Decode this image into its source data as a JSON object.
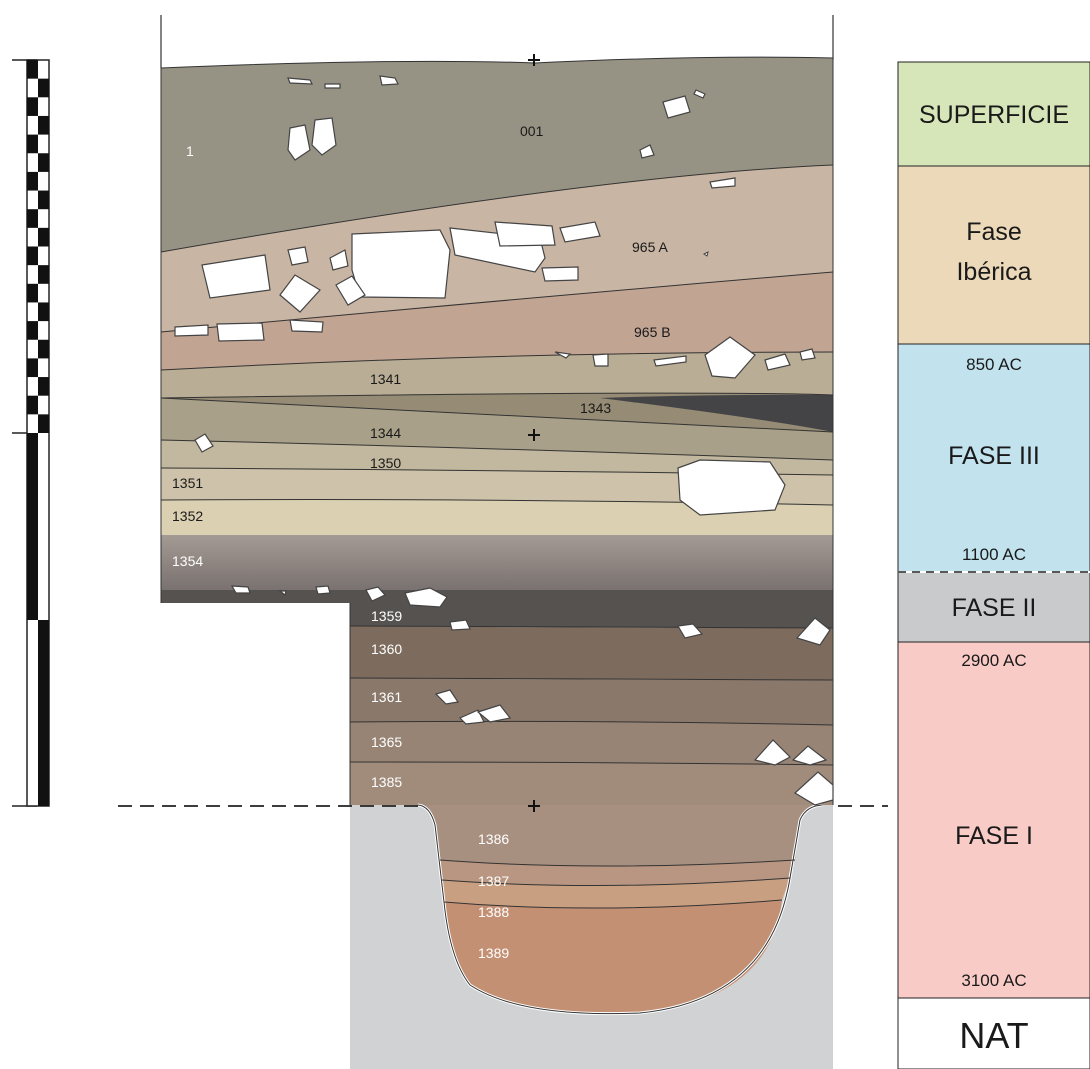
{
  "section": {
    "layers": [
      {
        "id": "001",
        "color": "#979384",
        "label_color": "dark"
      },
      {
        "id": "1",
        "color": "#979384",
        "label_color": "light"
      },
      {
        "id": "965 A",
        "color": "#c9b5a3",
        "label_color": "dark"
      },
      {
        "id": "965 B",
        "color": "#c2a493",
        "label_color": "dark"
      },
      {
        "id": "1341",
        "color": "#b9ad95",
        "label_color": "dark"
      },
      {
        "id": "1343",
        "color": "#968c75",
        "label_color": "dark"
      },
      {
        "id": "1344",
        "color": "#a8a088",
        "label_color": "dark"
      },
      {
        "id": "1350",
        "color": "#c2b79f",
        "label_color": "dark"
      },
      {
        "id": "1351",
        "color": "#cec3aa",
        "label_color": "dark"
      },
      {
        "id": "1352",
        "color": "#dcd0b2",
        "label_color": "dark"
      },
      {
        "id": "1354",
        "color": "#8f8582",
        "label_color": "light"
      },
      {
        "id": "1359",
        "color": "#555250",
        "label_color": "light"
      },
      {
        "id": "1360",
        "color": "#7d6b5e",
        "label_color": "light"
      },
      {
        "id": "1361",
        "color": "#8a786b",
        "label_color": "light"
      },
      {
        "id": "1365",
        "color": "#978475",
        "label_color": "light"
      },
      {
        "id": "1385",
        "color": "#a18c7c",
        "label_color": "light"
      },
      {
        "id": "1386",
        "color": "#a89081",
        "label_color": "light"
      },
      {
        "id": "1387",
        "color": "#b89682",
        "label_color": "light"
      },
      {
        "id": "1388",
        "color": "#c99f82",
        "label_color": "light"
      },
      {
        "id": "1389",
        "color": "#c49074",
        "label_color": "light"
      }
    ],
    "natural_color": "#d1d2d4"
  },
  "phases": [
    {
      "name": "SUPERFICIE",
      "color": "#d6e6b8"
    },
    {
      "name_lines": [
        "Fase",
        "Ibérica"
      ],
      "color": "#ecd9b9"
    },
    {
      "name": "FASE III",
      "color": "#c2e3ee",
      "date_top": "850 AC",
      "date_bottom": "1100 AC"
    },
    {
      "name": "FASE II",
      "color": "#c8cacc"
    },
    {
      "name": "FASE I",
      "color": "#f8cbc6",
      "date_top": "2900 AC",
      "date_bottom": "3100 AC"
    },
    {
      "name": "NAT",
      "color": "#ffffff"
    }
  ]
}
